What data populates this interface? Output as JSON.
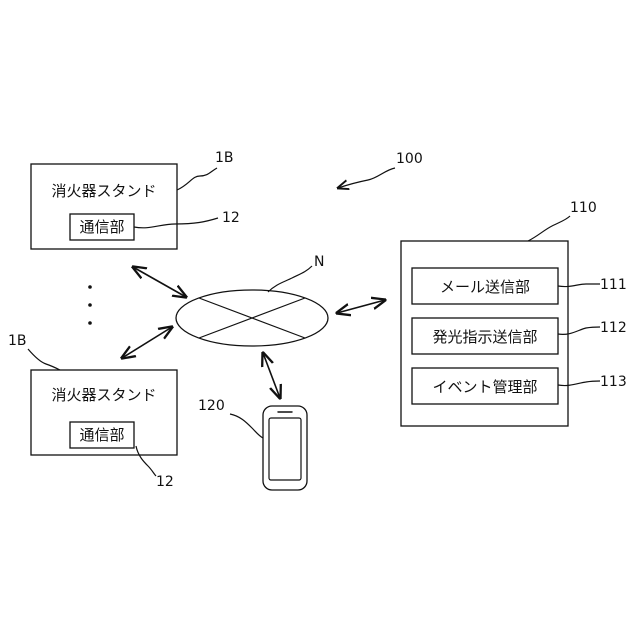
{
  "figure": {
    "system_ref": "100",
    "stand_top": {
      "ref": "1B",
      "title": "消火器スタンド",
      "comm_unit": "通信部",
      "comm_ref": "12"
    },
    "stand_bottom": {
      "ref": "1B",
      "title": "消火器スタンド",
      "comm_unit": "通信部",
      "comm_ref": "12"
    },
    "network": {
      "ref": "N"
    },
    "phone": {
      "ref": "120"
    },
    "server": {
      "ref": "110",
      "units": [
        {
          "label": "メール送信部",
          "ref": "111"
        },
        {
          "label": "発光指示送信部",
          "ref": "112"
        },
        {
          "label": "イベント管理部",
          "ref": "113"
        }
      ]
    }
  }
}
